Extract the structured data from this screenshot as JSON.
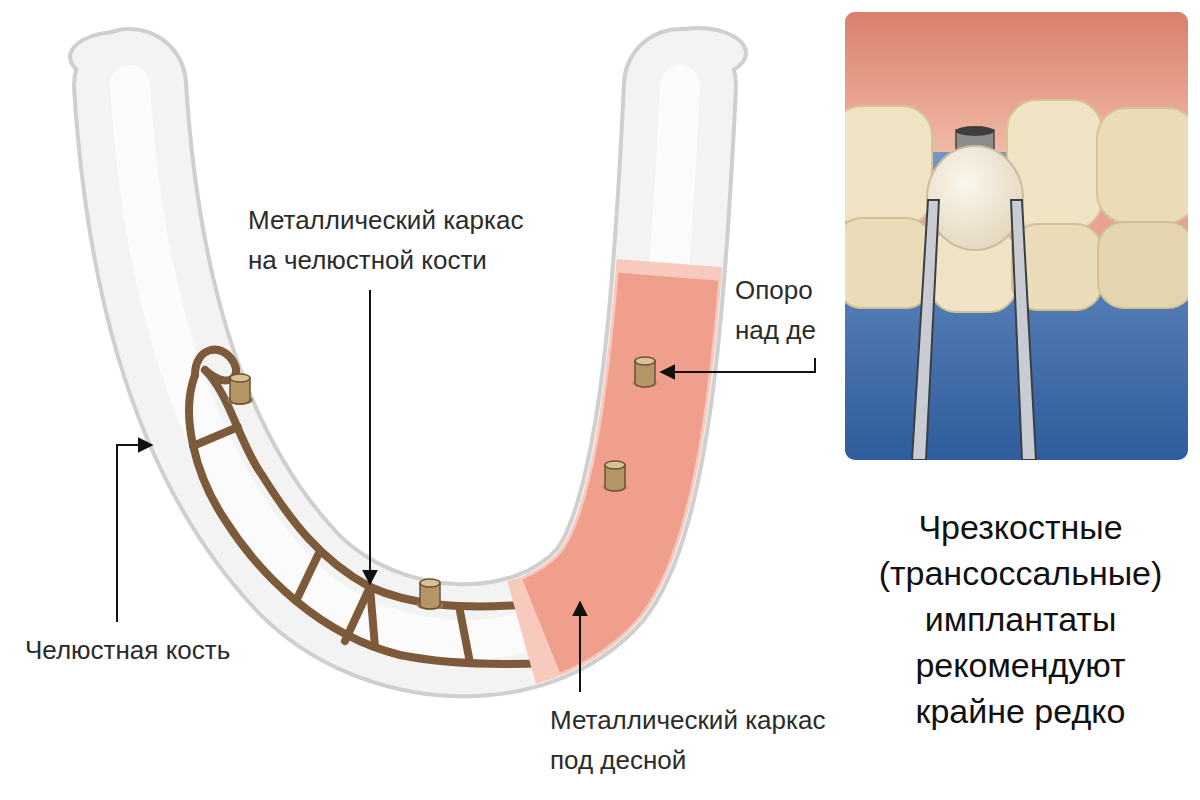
{
  "diagram": {
    "caption": "Чрезкостные (трансоссальные) имплантаты рекомендуют крайне редко",
    "labels": [
      "Металлический каркас на челюстной кости",
      "Опоро над де",
      "Челюстная кость",
      "Металлический каркас под десной"
    ]
  }
}
